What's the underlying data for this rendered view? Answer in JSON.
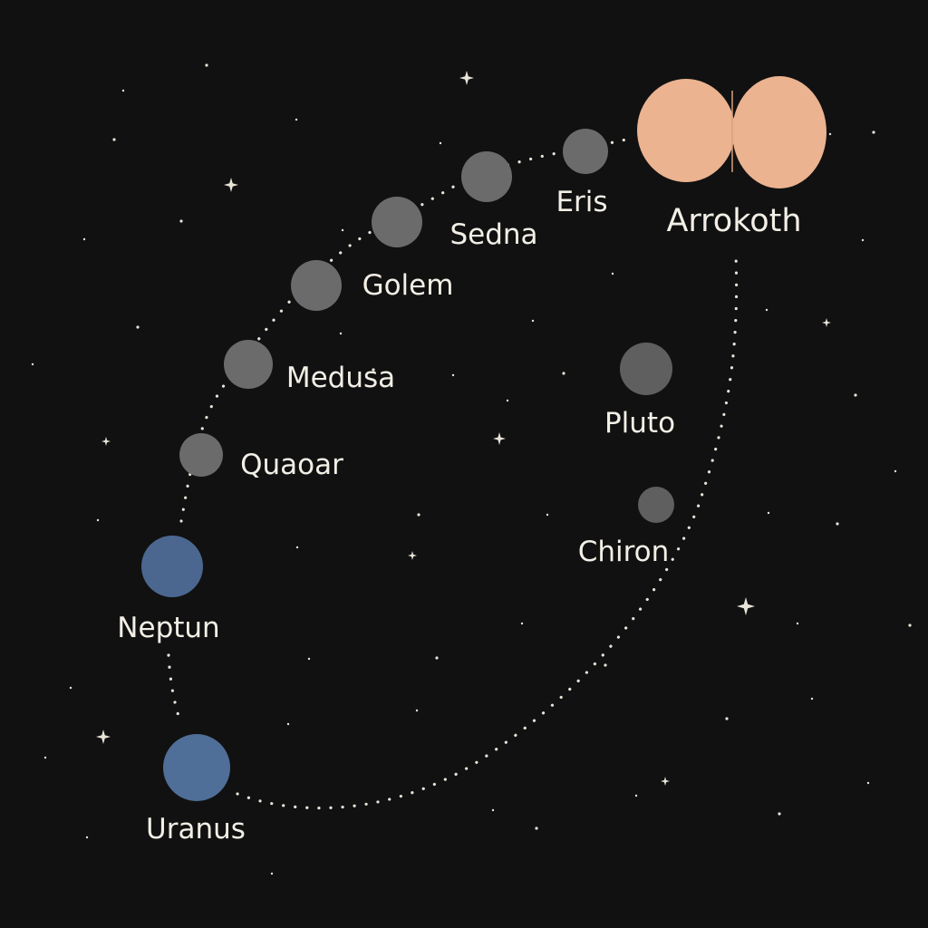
{
  "colors": {
    "background": "#111111",
    "gray_body": "#6b6b6b",
    "blue_body": "#4f6f98",
    "arrokoth": "#ebb390",
    "path_dots": "#e8e4d8",
    "label_text": "#f2efe6",
    "stars": "#e8e4d8"
  },
  "bodies": [
    {
      "id": "uranus",
      "label": "Uranus",
      "kind": "blue"
    },
    {
      "id": "neptun",
      "label": "Neptun",
      "kind": "blue"
    },
    {
      "id": "quaoar",
      "label": "Quaoar",
      "kind": "gray"
    },
    {
      "id": "medusa",
      "label": "Medusa",
      "kind": "gray"
    },
    {
      "id": "golem",
      "label": "Golem",
      "kind": "gray"
    },
    {
      "id": "sedna",
      "label": "Sedna",
      "kind": "gray"
    },
    {
      "id": "eris",
      "label": "Eris",
      "kind": "gray"
    },
    {
      "id": "arrokoth",
      "label": "Arrokoth",
      "kind": "contact-binary"
    },
    {
      "id": "pluto",
      "label": "Pluto",
      "kind": "gray"
    },
    {
      "id": "chiron",
      "label": "Chiron",
      "kind": "gray"
    }
  ]
}
